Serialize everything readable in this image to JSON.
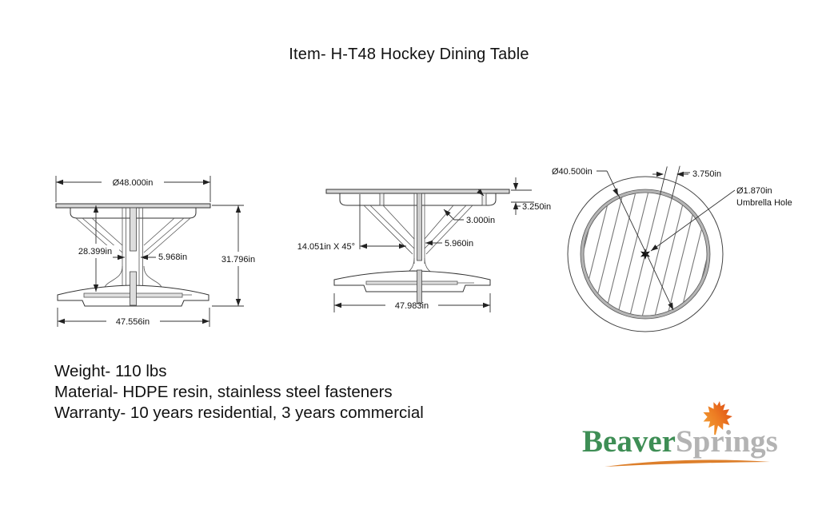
{
  "title": "Item- H-T48 Hockey Dining Table",
  "drawings": {
    "front_view": {
      "dims": {
        "diameter": "Ø48.000in",
        "pedestal_height": "28.399in",
        "column_width": "5.968in",
        "overall_height": "31.796in",
        "base_width": "47.556in"
      }
    },
    "side_view": {
      "dims": {
        "brace": "14.051in X 45°",
        "top_thickness": "3.250in",
        "brace_thickness": "3.000in",
        "column_width": "5.960in",
        "base_width": "47.983in"
      }
    },
    "top_view": {
      "dims": {
        "inner_diameter": "Ø40.500in",
        "slat_width": "3.750in",
        "hole_diameter": "Ø1.870in",
        "hole_label": "Umbrella Hole"
      }
    }
  },
  "specs": {
    "weight": "Weight- 110 lbs",
    "material": "Material- HDPE resin, stainless steel fasteners",
    "warranty": "Warranty- 10 years residential, 3 years commercial"
  },
  "logo": {
    "word1": "Beaver",
    "word2": "Springs",
    "word1_color": "#3e8e55",
    "word2_color": "#b3b3b3",
    "accent_color": "#dd7f2b"
  }
}
